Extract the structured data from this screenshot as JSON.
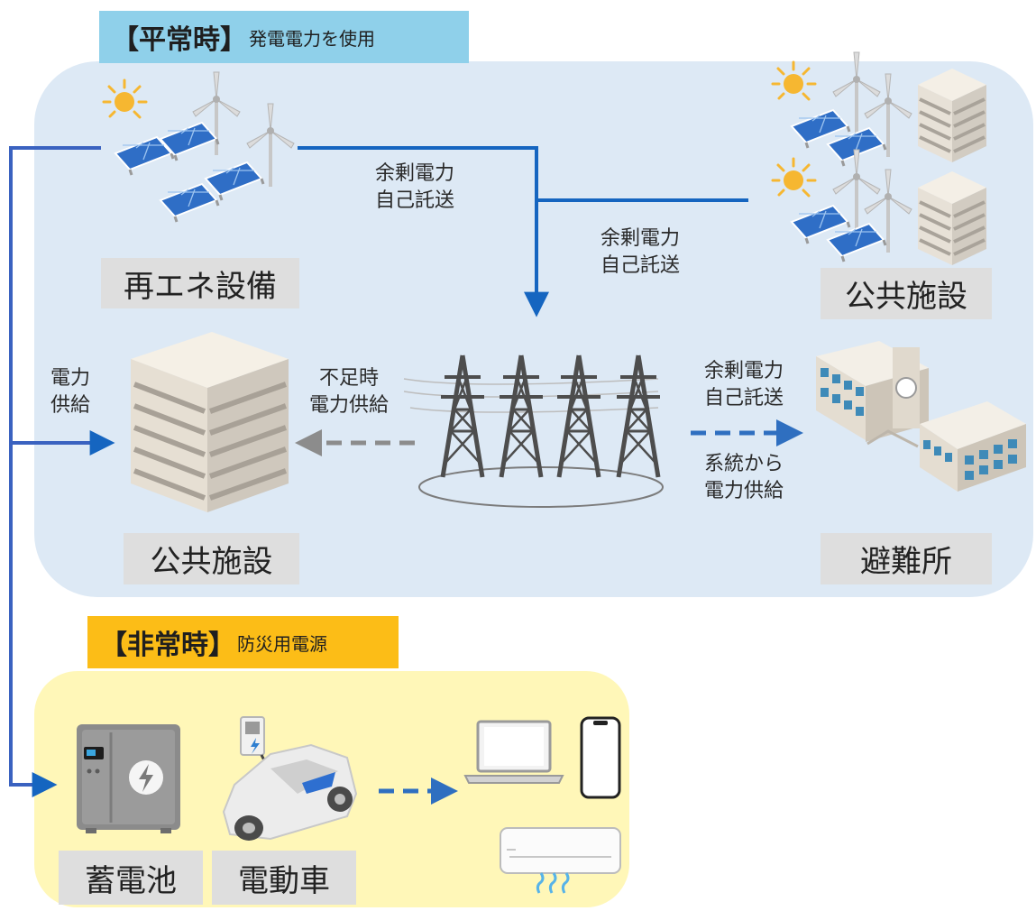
{
  "normal": {
    "label": "【平常時】",
    "sub": "発電電力を使用"
  },
  "emergency": {
    "label": "【非常時】",
    "sub": "防災用電源"
  },
  "labels": {
    "renewable": "再エネ設備",
    "public_top": "公共施設",
    "public_mid": "公共施設",
    "shelter": "避難所",
    "battery": "蓄電池",
    "ev": "電動車"
  },
  "notes": {
    "surplus1_l1": "余剰電力",
    "surplus1_l2": "自己託送",
    "surplus2_l1": "余剰電力",
    "surplus2_l2": "自己託送",
    "surplus3_l1": "余剰電力",
    "surplus3_l2": "自己託送",
    "grid_supply_l1": "系統から",
    "grid_supply_l2": "電力供給",
    "shortage_l1": "不足時",
    "shortage_l2": "電力供給",
    "power_l1": "電力",
    "power_l2": "供給"
  },
  "colors": {
    "normal_panel": "#dde9f5",
    "emergency_panel": "#fff7b8",
    "solid_arrow": "#1565c0",
    "dashed_blue": "#2f6fc0",
    "dashed_gray": "#8c8c8c",
    "normal_tag": "#8fd0ea",
    "emergency_tag": "#fcbd17"
  },
  "icons": [
    "sun-icon",
    "solar-panel-icon",
    "wind-turbine-icon",
    "building-icon",
    "transmission-tower-icon",
    "school-building-icon",
    "battery-storage-icon",
    "electric-car-icon",
    "charger-icon",
    "laptop-icon",
    "smartphone-icon",
    "air-conditioner-icon"
  ]
}
